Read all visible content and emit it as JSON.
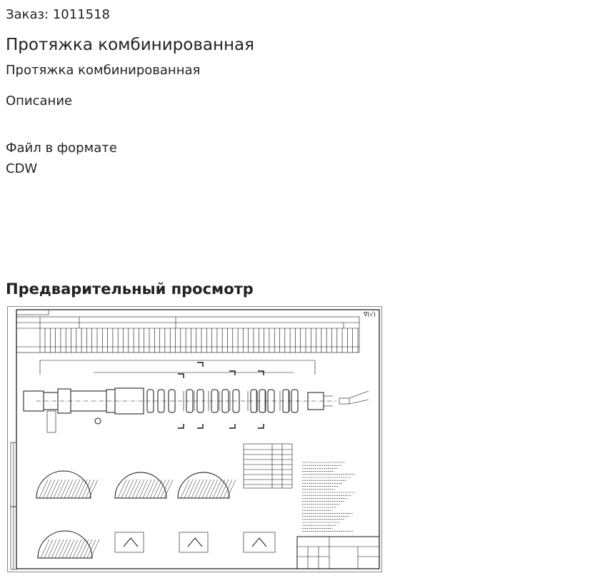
{
  "order": {
    "label": "Заказ: 1011518"
  },
  "product": {
    "title": "Протяжка комбинированная",
    "subtitle": "Протяжка комбинированная"
  },
  "description": {
    "label": "Описание"
  },
  "file": {
    "format_text": "Файл в формате CDW"
  },
  "preview": {
    "heading": "Предварительный просмотр",
    "image_alt": "Чертеж протяжки комбинированной"
  }
}
